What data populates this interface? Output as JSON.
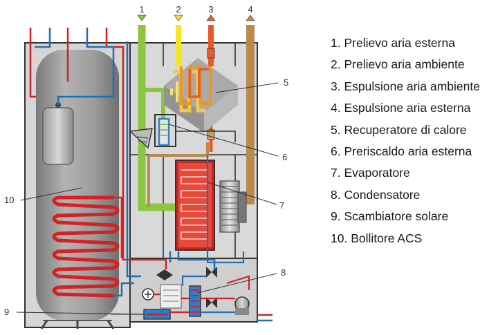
{
  "diagram": {
    "inlet_numbers": [
      "1",
      "2",
      "3",
      "4"
    ],
    "callout_numbers": {
      "recuperatore": "5",
      "preriscaldo": "6",
      "evaporatore": "7",
      "condensatore": "8",
      "scambiatore": "9",
      "bollitore": "10"
    }
  },
  "legend": [
    "1. Prelievo aria esterna",
    "2. Prelievo aria ambiente",
    "3. Espulsione aria ambiente",
    "4. Espulsione aria esterna",
    "5. Recuperatore di calore",
    "6. Preriscaldo aria esterna",
    "7. Evaporatore",
    "8. Condensatore",
    "9. Scambiatore solare",
    "10. Bollitore ACS"
  ],
  "colors": {
    "outdoor_air": "#8cc63f",
    "room_air": "#f5e52a",
    "exhaust_room_air": "#e85a2a",
    "exhaust_outdoor_air": "#b98a4e",
    "hot_water": "#d7201f",
    "cold_water": "#1f6fb8",
    "casing": "#d9d9d9",
    "tank": "#9a9a9a"
  }
}
